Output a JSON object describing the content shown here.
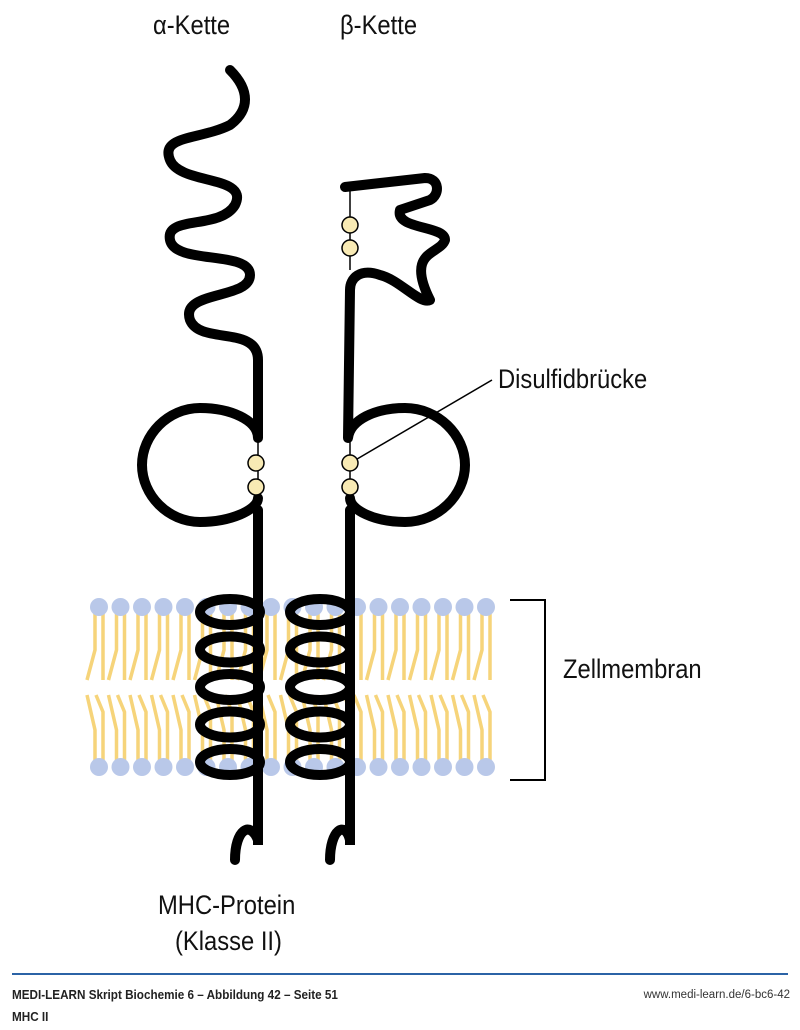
{
  "labels": {
    "alpha_chain": "α-Kette",
    "beta_chain": "β-Kette",
    "disulfide": "Disulfidbrücke",
    "membrane": "Zellmembran",
    "protein_line1": "MHC-Protein",
    "protein_line2": "(Klasse II)"
  },
  "footer": {
    "source": "MEDI-LEARN Skript Biochemie 6 – Abbildung 42 – Seite 51",
    "url": "www.medi-learn.de/6-bc6-42",
    "title": "MHC II"
  },
  "colors": {
    "head": "#b9c8e9",
    "tail": "#f6d47a",
    "chain": "#000000",
    "bond": "#f8eab4",
    "accent": "#2b63a6"
  }
}
